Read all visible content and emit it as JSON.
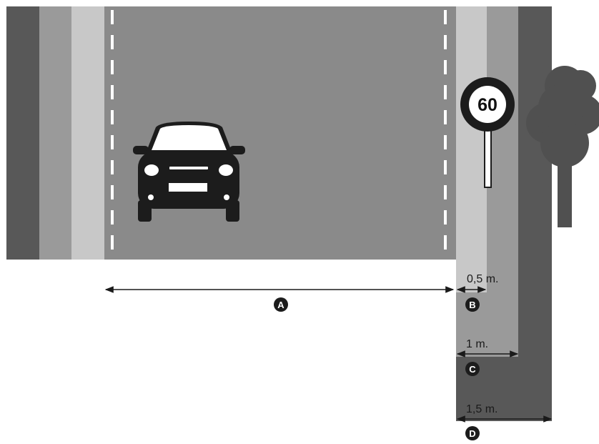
{
  "sign": {
    "speed_limit": "60"
  },
  "markers": {
    "a": "A",
    "b": "B",
    "c": "C",
    "d": "D"
  },
  "measurements": {
    "b_width": "0,5 m.",
    "c_width": "1 m.",
    "d_width": "1,5 m."
  },
  "colors": {
    "outer_strip": "#585858",
    "mid_strip": "#9a9a9a",
    "light_strip": "#c8c8c8",
    "road": "#8a8a8a",
    "dark": "#1c1c1c",
    "tree": "#505050"
  }
}
